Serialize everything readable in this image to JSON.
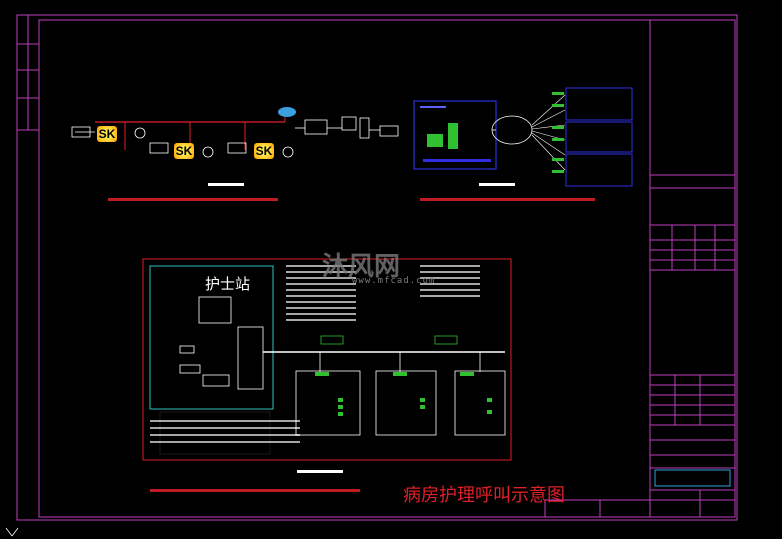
{
  "diagram": {
    "caption": "病房护理呼叫示意图",
    "nurse_station_label": "护士站",
    "watermark": "沐风网",
    "watermark_sub": "www.mfcad.com",
    "sk_labels": [
      "SK",
      "SK",
      "SK"
    ]
  },
  "colors": {
    "frame": "#c040c0",
    "background": "#000000",
    "red_line": "#e0202a",
    "caption": "#e0202a",
    "blue_panel": "#2020d0",
    "green_node": "#30c030"
  }
}
